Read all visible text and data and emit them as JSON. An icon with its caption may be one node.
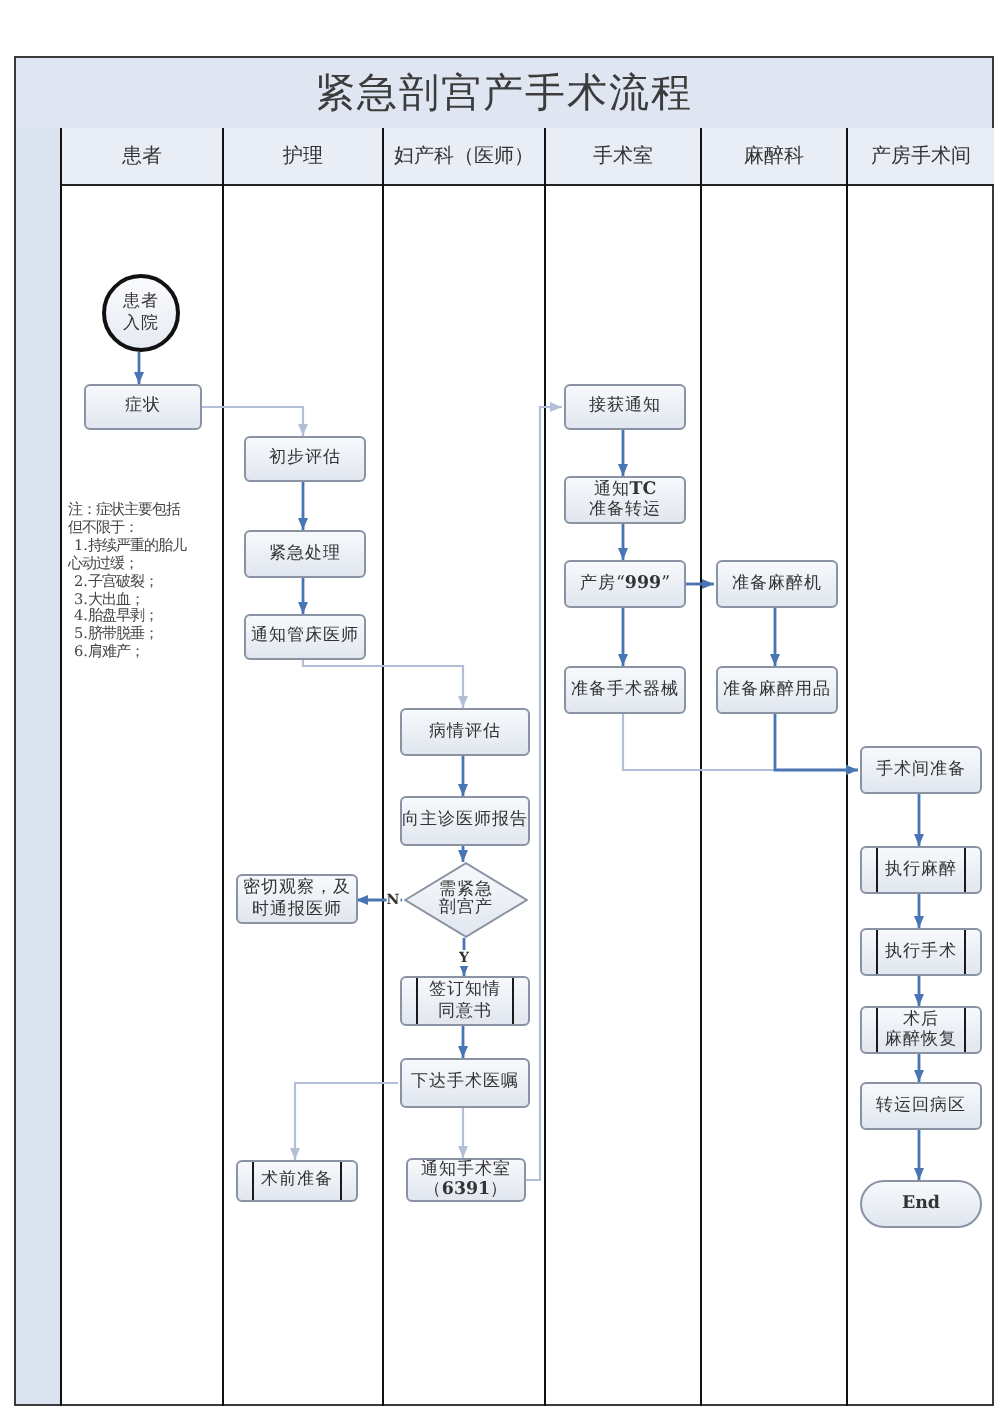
{
  "diagram": {
    "title": "紧急剖宫产手术流程",
    "nodes": [
      {
        "text": [
          "患者"
        ]
      },
      {
        "text": [
          "护理"
        ]
      },
      {
        "text": [
          "妇产科（医师）"
        ]
      },
      {
        "text": [
          "手术室"
        ]
      },
      {
        "text": [
          "麻醉科"
        ]
      },
      {
        "text": [
          "产房手术间"
        ]
      },
      {
        "text": [
          "患者入院"
        ],
        "in": 0
      },
      {
        "text": [
          "症状"
        ],
        "in": 0
      },
      {
        "text": [
          "接获通知"
        ],
        "in": 3
      },
      {
        "text": [
          "初步评估"
        ],
        "in": 1
      },
      {
        "text": [
          "通知**TC**准备转运"
        ],
        "in": 3
      },
      {
        "text": [
          "紧急处理"
        ],
        "in": 1
      },
      {
        "text": [
          "产房“**999**”"
        ],
        "in": 3
      },
      {
        "text": [
          "准备麻醉机"
        ],
        "in": 4
      },
      {
        "text": [
          "通知管床医师"
        ],
        "in": 1
      },
      {
        "text": [
          "准备手术器械"
        ],
        "in": 3
      },
      {
        "text": [
          "准备麻醉用品"
        ],
        "in": 4
      },
      {
        "text": [
          "病情评估"
        ],
        "in": 2
      },
      {
        "text": [
          "手术间准备"
        ],
        "in": 5
      },
      {
        "text": [
          "向主诊医师报告"
        ],
        "in": 2
      },
      {
        "text": [
          "执行麻醉"
        ],
        "in": 5
      },
      {
        "text": [
          "密切观察，及时通报医师"
        ],
        "in": 1
      },
      {
        "text": [
          "需紧急剖宫产"
        ],
        "in": 2
      },
      {
        "text": [
          "执行手术"
        ],
        "in": 5
      },
      {
        "text": [
          "签订知情同意书"
        ],
        "in": 2
      },
      {
        "text": [
          "术后麻醉恢复"
        ],
        "in": 5
      },
      {
        "text": [
          "下达手术医嘱"
        ],
        "in": 2
      },
      {
        "text": [
          "转运回病区"
        ],
        "in": 5
      },
      {
        "text": [
          "术前准备"
        ],
        "in": 1
      },
      {
        "text": [
          "通知手术室（**6391**）"
        ],
        "in": 2
      },
      {
        "text": [
          "End"
        ],
        "in": 5
      }
    ],
    "edges": [
      {
        "from": 6,
        "to": 7,
        "arrow": "to"
      },
      {
        "from": 7,
        "to": 9,
        "arrow": "to",
        "color": "#b3bfd9"
      },
      {
        "from": 9,
        "to": 11,
        "arrow": "to"
      },
      {
        "from": 11,
        "to": 14,
        "arrow": "to"
      },
      {
        "from": 14,
        "to": 17,
        "arrow": "to",
        "color": "#b3bfd9"
      },
      {
        "from": 17,
        "to": 19,
        "arrow": "to"
      },
      {
        "from": 19,
        "to": 22,
        "arrow": "to"
      },
      {
        "from": 22,
        "to": 21,
        "arrow": "to",
        "label": "N"
      },
      {
        "from": 22,
        "to": 24,
        "arrow": "to",
        "label": "Y"
      },
      {
        "from": 24,
        "to": 26,
        "arrow": "to"
      },
      {
        "from": 26,
        "to": 28,
        "arrow": "to",
        "color": "#b3bfd9"
      },
      {
        "from": 26,
        "to": 29,
        "arrow": "to",
        "color": "#b3bfd9"
      },
      {
        "from": 29,
        "to": 8,
        "arrow": "to",
        "color": "#b3bfd9"
      },
      {
        "from": 8,
        "to": 10,
        "arrow": "to"
      },
      {
        "from": 10,
        "to": 12,
        "arrow": "to"
      },
      {
        "from": 12,
        "to": 13,
        "arrow": "to"
      },
      {
        "from": 12,
        "to": 15,
        "arrow": "to"
      },
      {
        "from": 13,
        "to": 16,
        "arrow": "to"
      },
      {
        "from": 15,
        "to": 18,
        "arrow": "to",
        "color": "#b3bfd9"
      },
      {
        "from": 16,
        "to": 18,
        "arrow": "to"
      },
      {
        "from": 18,
        "to": 20,
        "arrow": "to"
      },
      {
        "from": 20,
        "to": 23,
        "arrow": "to"
      },
      {
        "from": 23,
        "to": 25,
        "arrow": "to"
      },
      {
        "from": 25,
        "to": 27,
        "arrow": "to"
      },
      {
        "from": 27,
        "to": 30,
        "arrow": "to"
      }
    ],
    "labels": [
      "注：症状主要包括但不限于：",
      "1.持续严重的胎儿心动过缓；",
      "2.子宫破裂；",
      "3.大出血；",
      "4.胎盘早剥；",
      "5.脐带脱垂；",
      "6.肩难产；"
    ]
  }
}
